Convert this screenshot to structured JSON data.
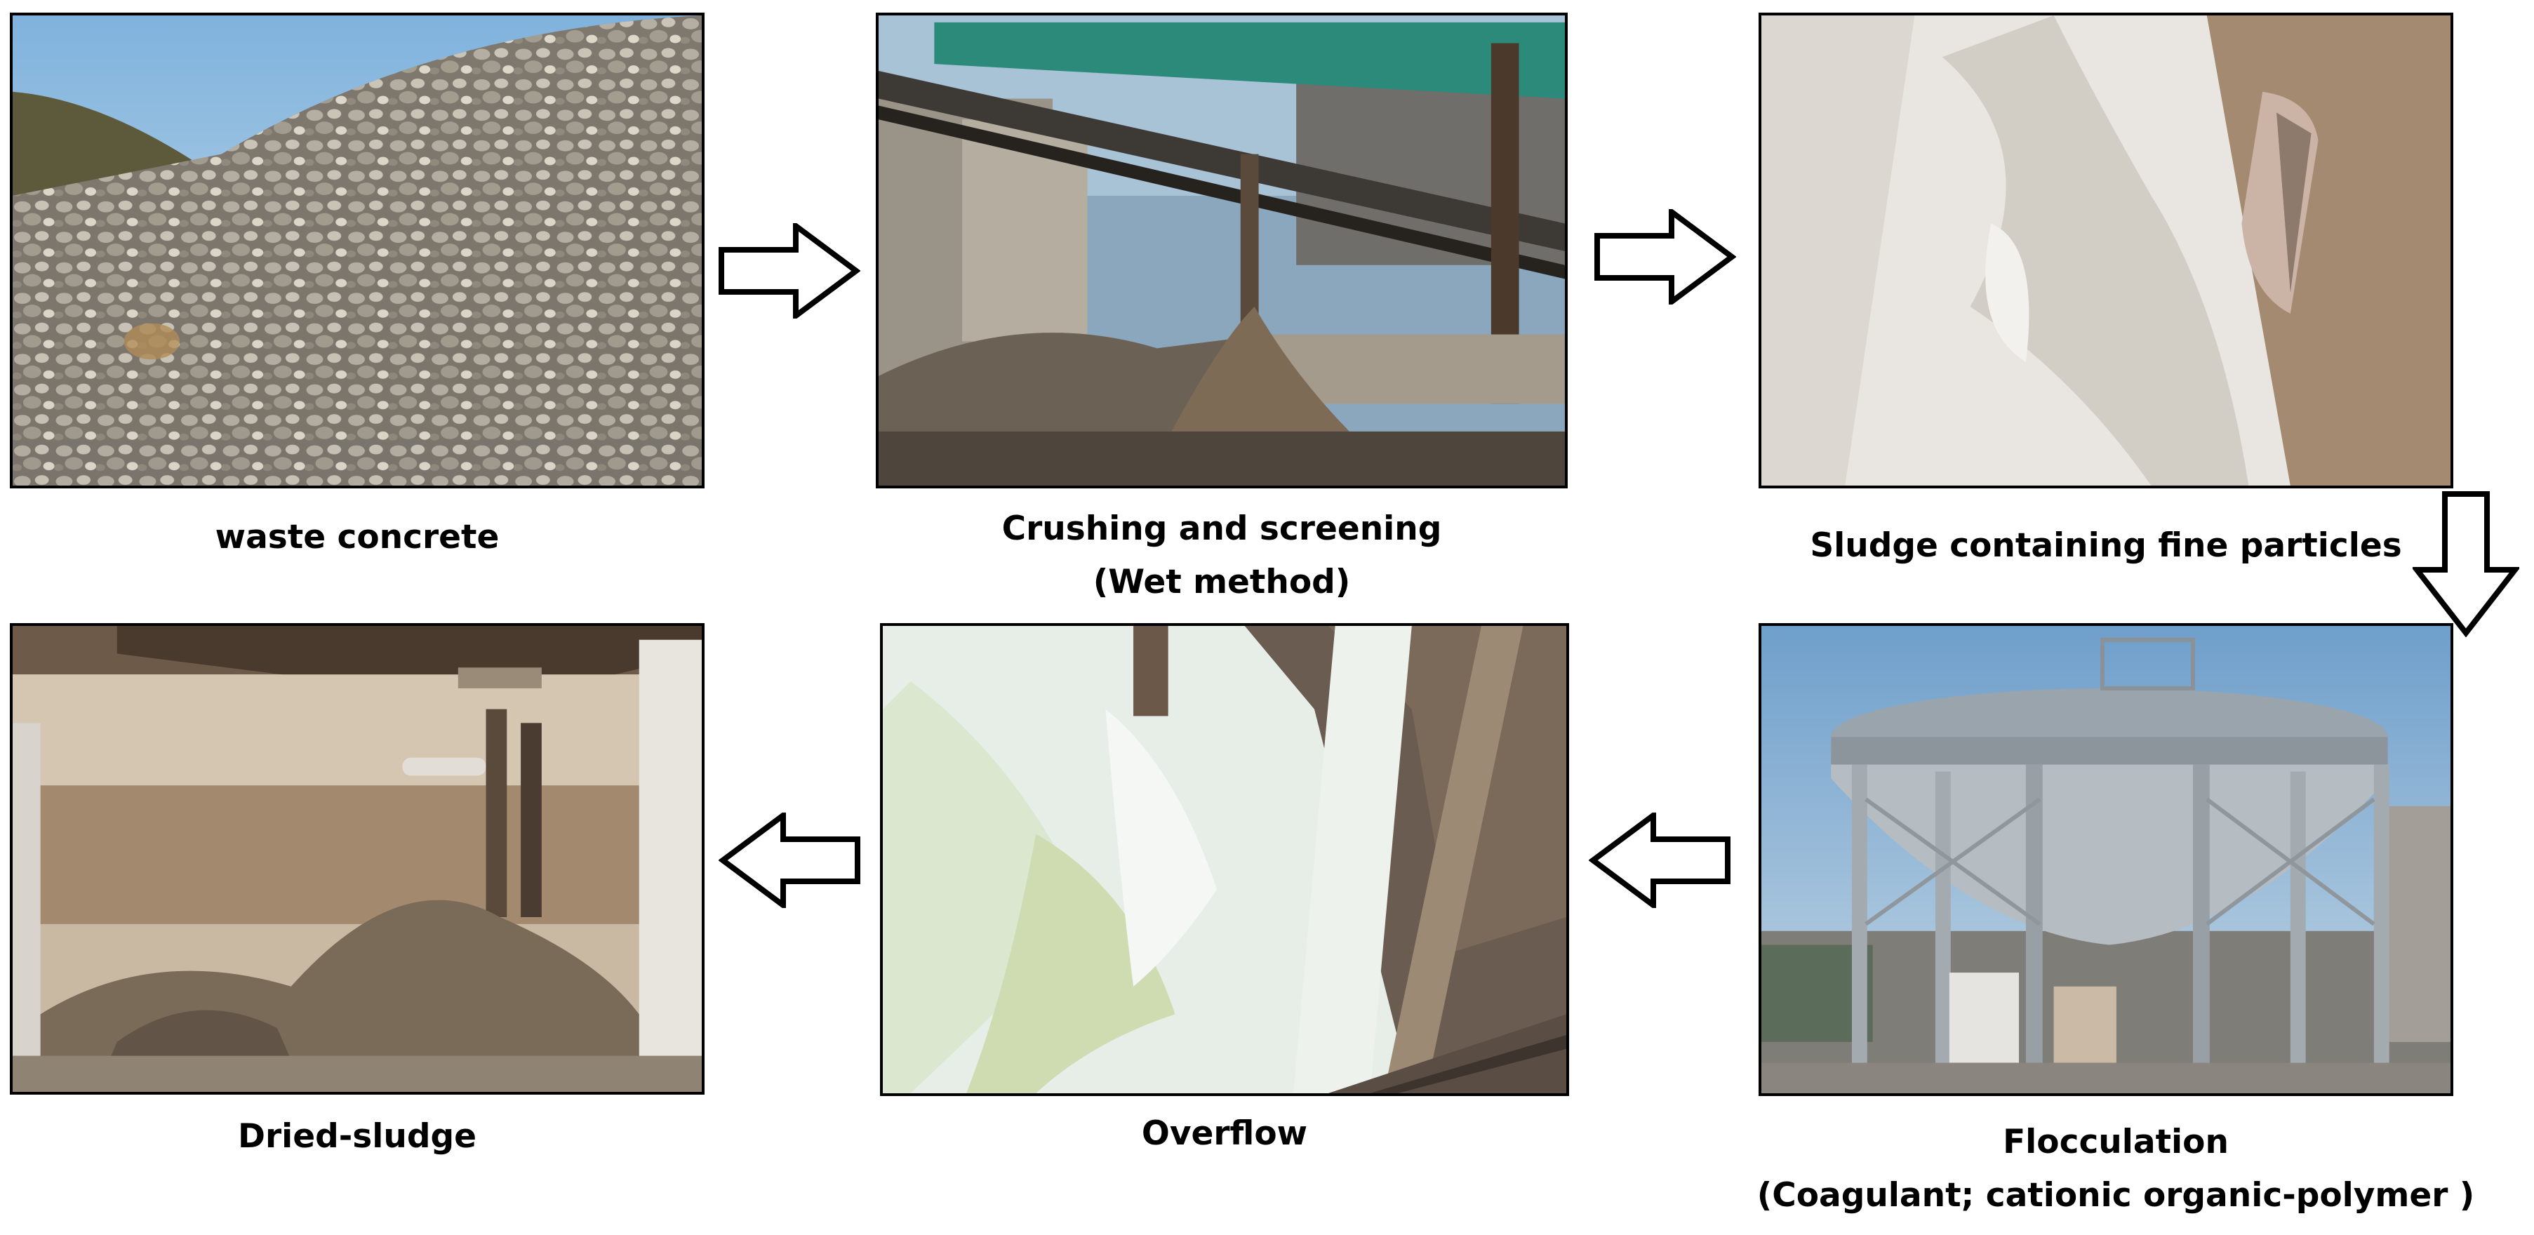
{
  "steps": [
    {
      "id": "waste-concrete",
      "caption_lines": [
        "waste concrete"
      ]
    },
    {
      "id": "crushing-screening",
      "caption_lines": [
        "Crushing and screening",
        "(Wet method)"
      ]
    },
    {
      "id": "sludge-fine-particles",
      "caption_lines": [
        "Sludge containing fine particles"
      ]
    },
    {
      "id": "flocculation",
      "caption_lines": [
        "Flocculation",
        "(Coagulant; cationic organic-polymer )"
      ]
    },
    {
      "id": "overflow",
      "caption_lines": [
        "Overflow"
      ]
    },
    {
      "id": "dried-sludge",
      "caption_lines": [
        "Dried-sludge"
      ]
    }
  ],
  "arrows": [
    {
      "from": "waste-concrete",
      "to": "crushing-screening",
      "direction": "right"
    },
    {
      "from": "crushing-screening",
      "to": "sludge-fine-particles",
      "direction": "right"
    },
    {
      "from": "sludge-fine-particles",
      "to": "flocculation",
      "direction": "down"
    },
    {
      "from": "flocculation",
      "to": "overflow",
      "direction": "left"
    },
    {
      "from": "overflow",
      "to": "dried-sludge",
      "direction": "left"
    }
  ]
}
